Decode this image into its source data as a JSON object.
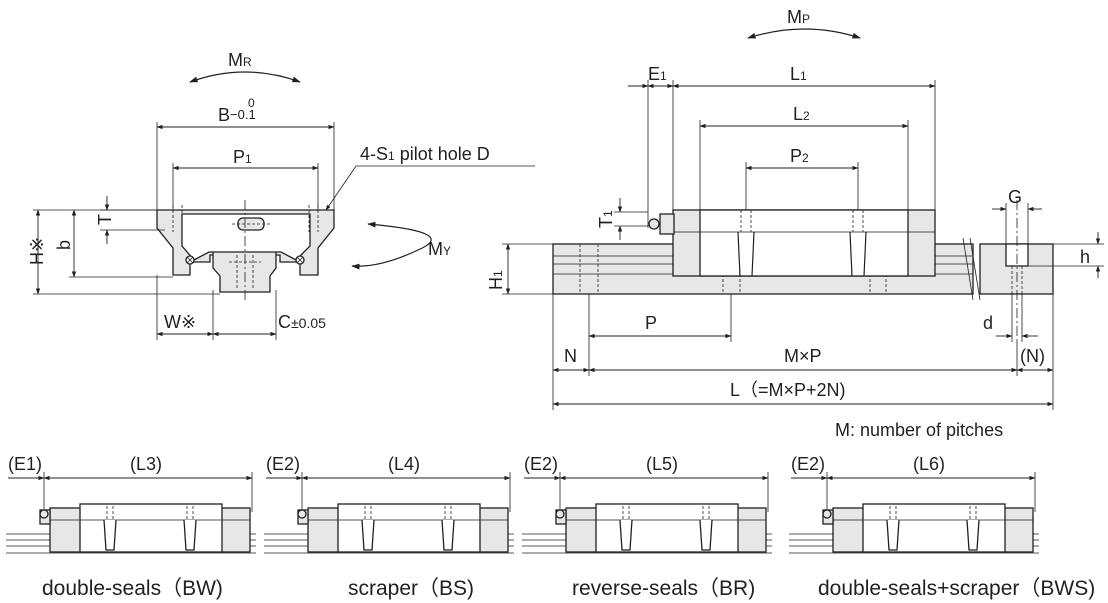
{
  "front_view": {
    "moment_r": "M",
    "moment_r_sub": "R",
    "width_b": "B",
    "width_b_upper_tol": "0",
    "width_b_lower_tol": "−0.1",
    "pitch_p1": "P",
    "pitch_p1_sub": "1",
    "pilot_hole_prefix": "4-S",
    "pilot_hole_sub": "1",
    "pilot_hole_suffix": " pilot hole D",
    "dim_t": "T",
    "dim_h": "H※",
    "dim_b_small": "b",
    "moment_y": "M",
    "moment_y_sub": "Y",
    "dim_w": "W※",
    "dim_c": "C",
    "dim_c_tol": "±0.05"
  },
  "side_view": {
    "moment_p": "M",
    "moment_p_sub": "P",
    "dim_e1": "E",
    "dim_e1_sub": "1",
    "dim_l1": "L",
    "dim_l1_sub": "1",
    "dim_l2": "L",
    "dim_l2_sub": "2",
    "dim_p2": "P",
    "dim_p2_sub": "2",
    "dim_t1": "T",
    "dim_t1_sub": "1",
    "dim_h1": "H",
    "dim_h1_sub": "1",
    "dim_g": "G",
    "dim_h_small": "h",
    "dim_p": "P",
    "dim_d": "d",
    "dim_n": "N",
    "dim_mxp": "M×P",
    "dim_n_paren": "(N)",
    "dim_l_total": "L（=M×P+2N)",
    "note": "M: number of pitches"
  },
  "variants": [
    {
      "e_label": "(E1)",
      "l_label": "(L3)",
      "caption": "double-seals（BW)"
    },
    {
      "e_label": "(E2)",
      "l_label": "(L4)",
      "caption": "scraper（BS)"
    },
    {
      "e_label": "(E2)",
      "l_label": "(L5)",
      "caption": "reverse-seals（BR)"
    },
    {
      "e_label": "(E2)",
      "l_label": "(L6)",
      "caption": "double-seals+scraper（BWS)"
    }
  ]
}
